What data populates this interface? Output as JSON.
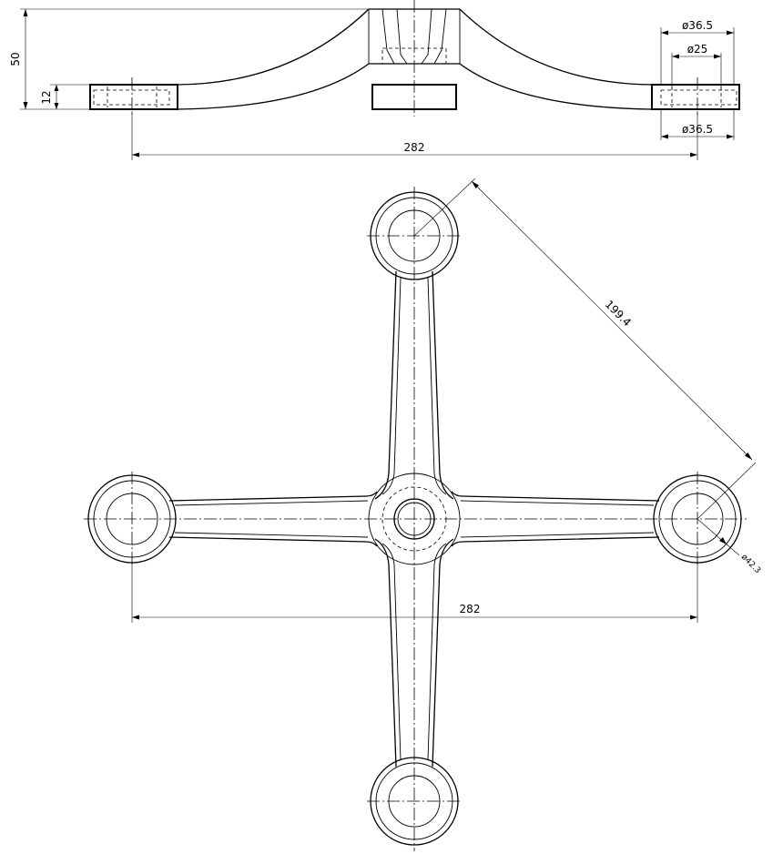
{
  "dimensions": {
    "side_height": "50",
    "side_thickness": "12",
    "side_span": "282",
    "outer_dia_top": "ø36.5",
    "inner_dia": "ø25",
    "outer_dia_bottom": "ø36.5",
    "plan_diagonal": "199.4",
    "plan_span": "282",
    "hole_dia": "ø42.3"
  }
}
